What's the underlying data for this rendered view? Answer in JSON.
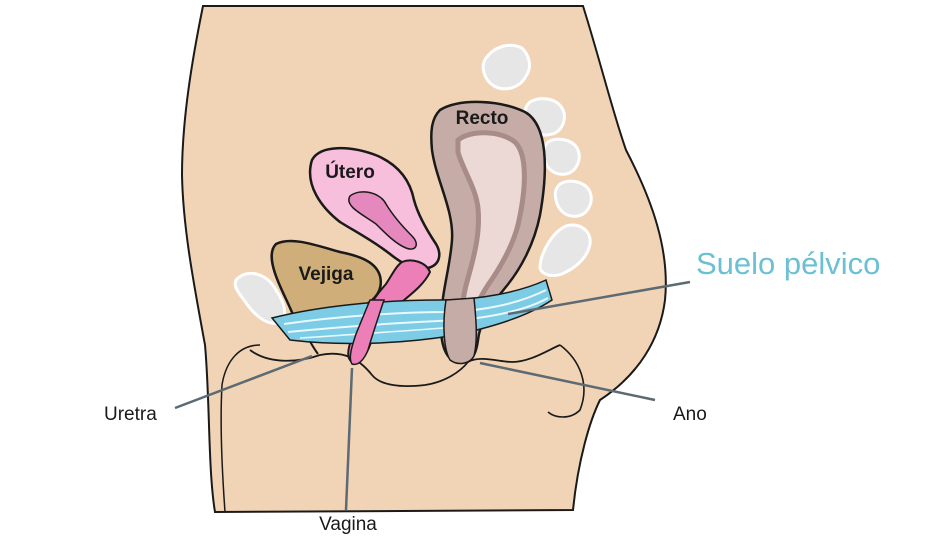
{
  "labels": {
    "suelo_pelvico": "Suelo pélvico",
    "recto": "Recto",
    "utero": "Útero",
    "vejiga": "Vejiga",
    "uretra": "Uretra",
    "vagina": "Vagina",
    "ano": "Ano"
  },
  "colors": {
    "skin": "#f1d3b5",
    "outline": "#1a1a1a",
    "pelvic_floor": "#7ccce6",
    "pelvic_floor_stripe": "#e8f8fc",
    "uterus": "#f7bfdc",
    "uterus_inner": "#e488bd",
    "vagina": "#ec7fb8",
    "bladder": "#cfae7a",
    "rectum": "#c6aca6",
    "rectum_inner": "#a88c87",
    "rectum_lumen": "#ecd9d6",
    "bone": "#e6e6e6",
    "callout": "#5c6a73",
    "accent_label": "#6cc0d3"
  }
}
